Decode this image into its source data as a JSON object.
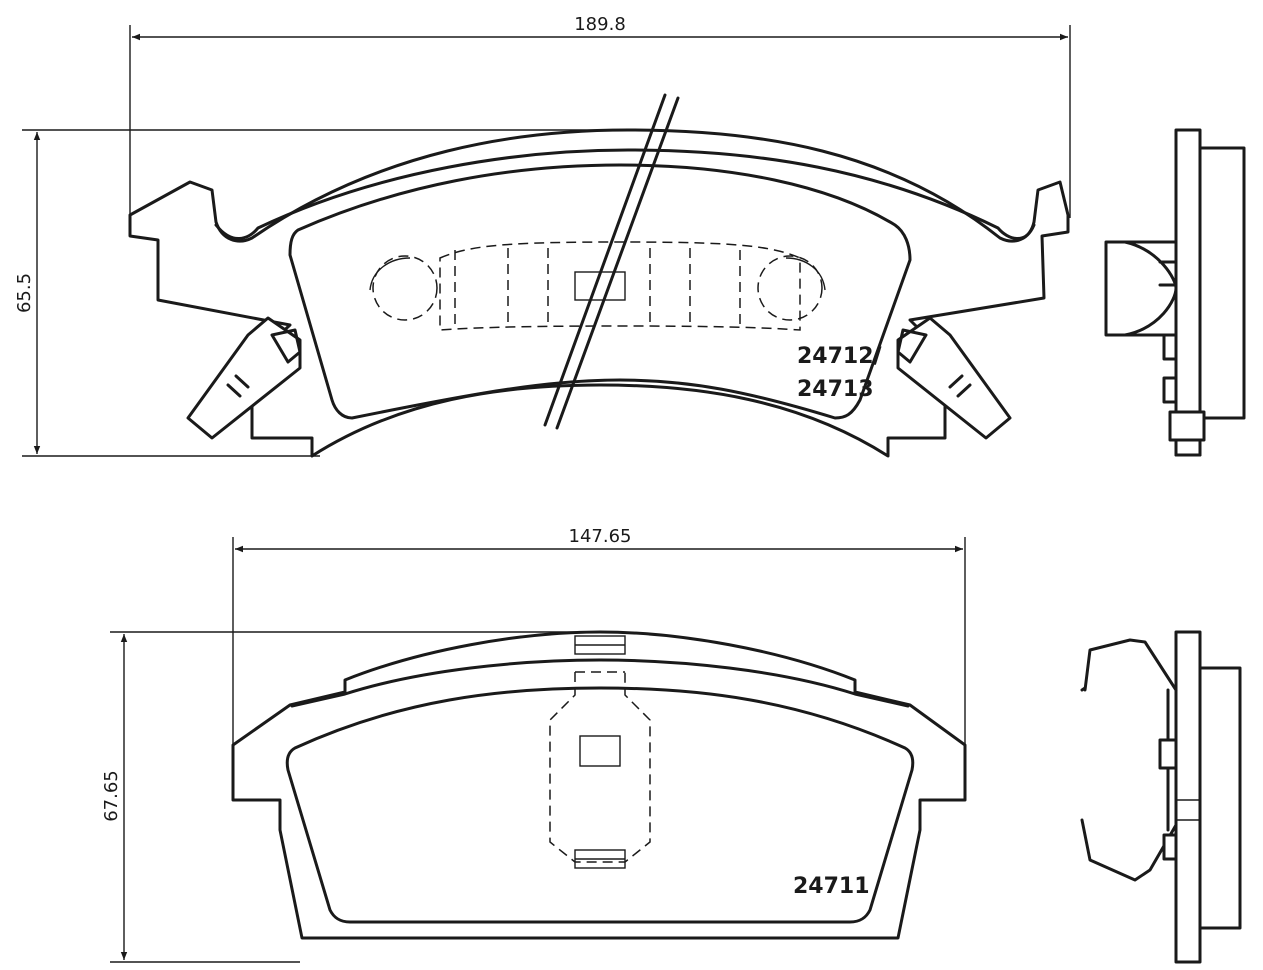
{
  "dimensions": {
    "top_width": "189.8",
    "top_height": "65.5",
    "bottom_width": "147.65",
    "bottom_height": "67.65"
  },
  "parts": {
    "top_line1": "24712/",
    "top_line2": "24713",
    "bottom": "24711"
  }
}
